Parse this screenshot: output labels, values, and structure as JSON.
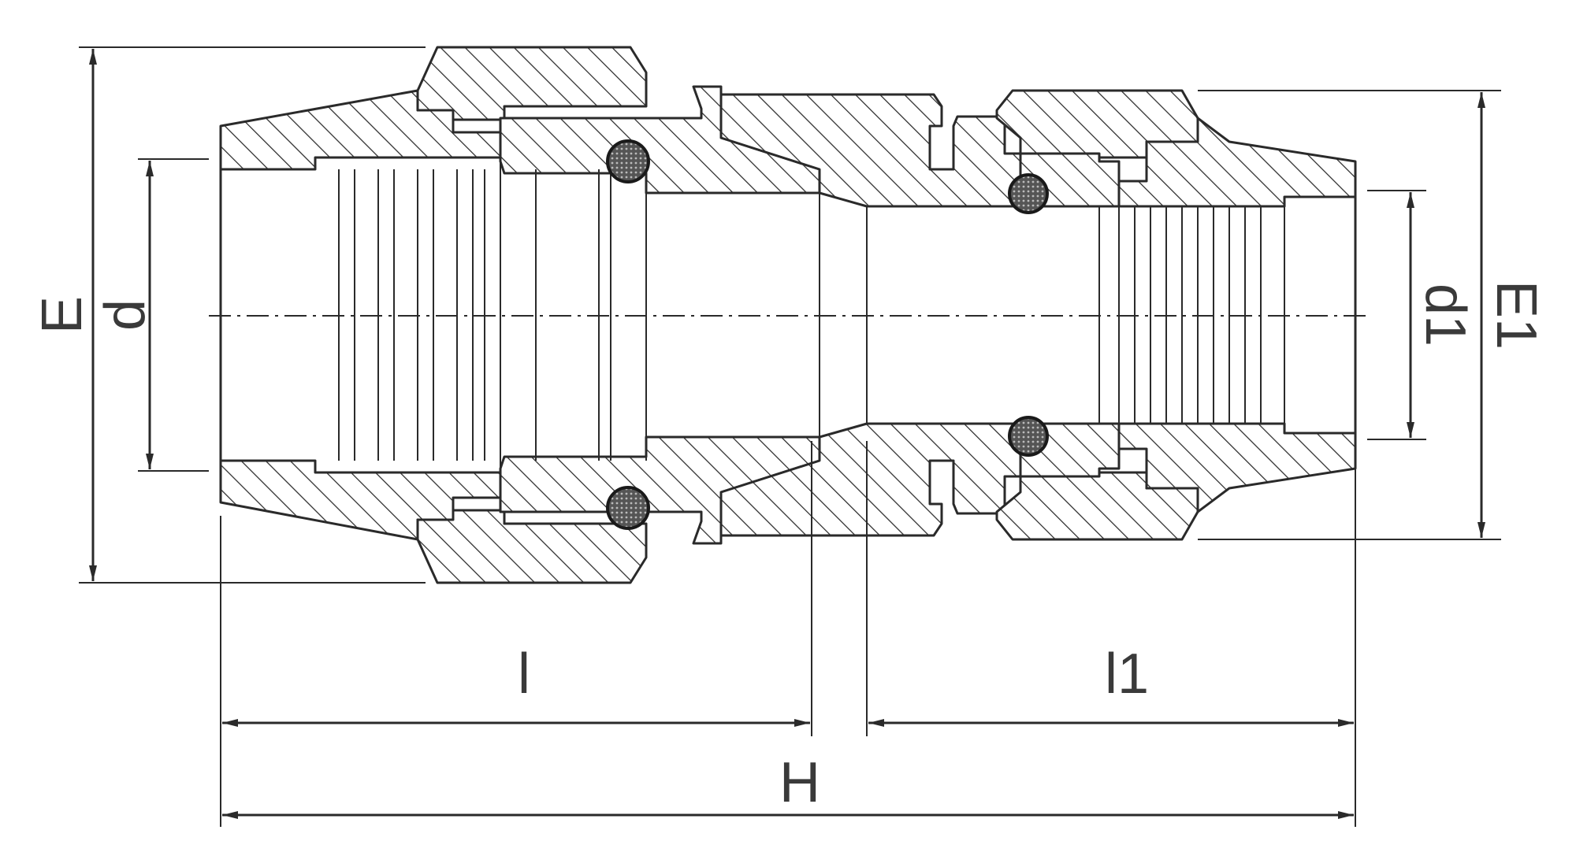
{
  "labels": {
    "E": "E",
    "d": "d",
    "d1": "d1",
    "E1": "E1",
    "l": "l",
    "l1": "l1",
    "H": "H"
  }
}
